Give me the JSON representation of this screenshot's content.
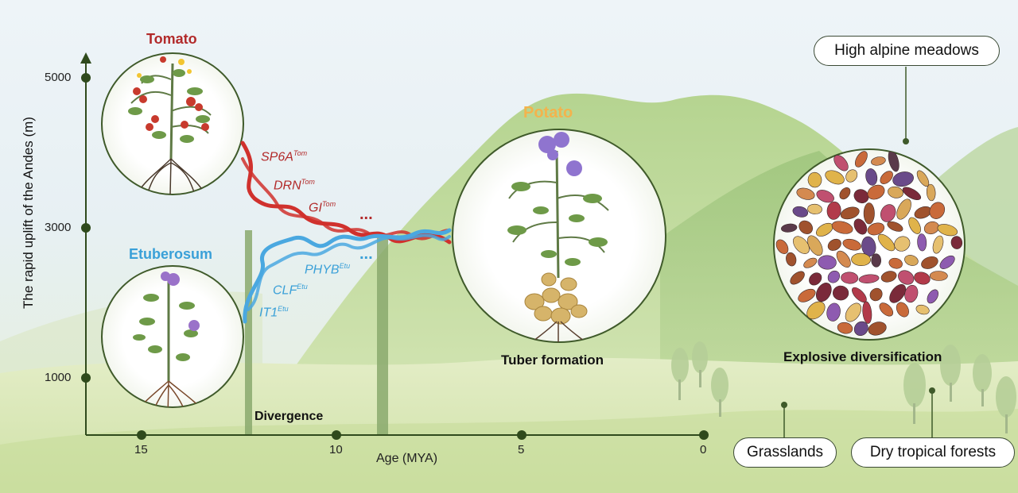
{
  "axis": {
    "y_label": "The rapid uplift of the Andes (m)",
    "y_ticks": [
      "5000",
      "3000",
      "1000"
    ],
    "x_label": "Age (MYA)",
    "x_ticks": [
      "15",
      "10",
      "5",
      "0"
    ]
  },
  "species": {
    "tomato": "Tomato",
    "etuberosum": "Etuberosum",
    "potato": "Potato"
  },
  "genes": {
    "tomato": [
      {
        "name": "SP6A",
        "sup": "Tom"
      },
      {
        "name": "DRN",
        "sup": "Tom"
      },
      {
        "name": "GI",
        "sup": "Tom"
      }
    ],
    "etuberosum": [
      {
        "name": "PHYB",
        "sup": "Etu"
      },
      {
        "name": "CLF",
        "sup": "Etu"
      },
      {
        "name": "IT1",
        "sup": "Etu"
      }
    ],
    "ellipsis": "..."
  },
  "captions": {
    "divergence": "Divergence",
    "tuber": "Tuber formation",
    "explosive": "Explosive diversification"
  },
  "habitats": {
    "alpine": "High alpine meadows",
    "grasslands": "Grasslands",
    "forests": "Dry tropical forests"
  },
  "colors": {
    "axis": "#2f4a1c",
    "tomato_strand": "#d0312d",
    "etuberosum_strand": "#4aa8e0",
    "potato_label": "#f3b34d",
    "tomato_label": "#b22a2a",
    "etuberosum_label": "#3aa0d8"
  }
}
